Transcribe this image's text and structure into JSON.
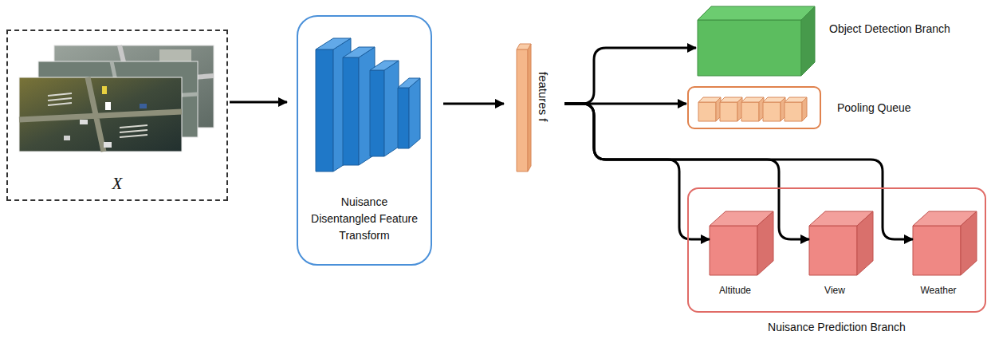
{
  "diagram": {
    "nodes": [
      {
        "text": [
          "X"
        ]
      },
      {
        "text": [
          "Nuisance Disentangled Feature Transform"
        ]
      },
      {
        "text": [
          "features f"
        ]
      },
      {
        "text": [
          "Object Detection Branch"
        ]
      },
      {
        "text": [
          "Pooling Queue"
        ]
      },
      {
        "text": [
          "Nuisance Prediction Branch"
        ]
      },
      {
        "text": [
          "Altitude"
        ],
        "in": 5
      },
      {
        "text": [
          "View"
        ],
        "in": 5
      },
      {
        "text": [
          "Weather"
        ],
        "in": 5
      }
    ],
    "edges": [
      {
        "from": 0,
        "to": 1,
        "arrow": "to"
      },
      {
        "from": 1,
        "to": 2,
        "arrow": "to"
      },
      {
        "from": 2,
        "to": 3,
        "arrow": "to"
      },
      {
        "from": 2,
        "to": 4,
        "arrow": "to"
      },
      {
        "from": 2,
        "to": 6,
        "arrow": "to"
      },
      {
        "from": 2,
        "to": 7,
        "arrow": "to"
      },
      {
        "from": 2,
        "to": 8,
        "arrow": "to"
      }
    ]
  }
}
